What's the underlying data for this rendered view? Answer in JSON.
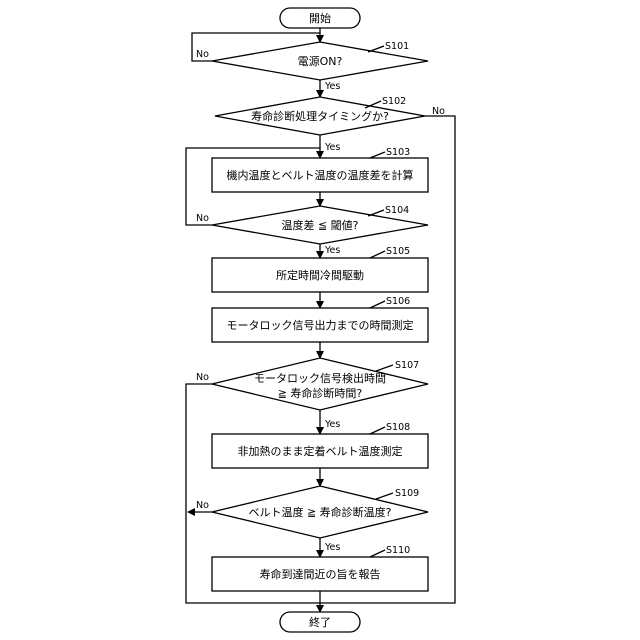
{
  "start": "開始",
  "end": "終了",
  "yes": "Yes",
  "no": "No",
  "steps": {
    "s101": {
      "id": "S101",
      "text": "電源ON?"
    },
    "s102": {
      "id": "S102",
      "text": "寿命診断処理タイミングか?"
    },
    "s103": {
      "id": "S103",
      "text": "機内温度とベルト温度の温度差を計算"
    },
    "s104": {
      "id": "S104",
      "text": "温度差 ≦ 閾値?"
    },
    "s105": {
      "id": "S105",
      "text": "所定時間冷間駆動"
    },
    "s106": {
      "id": "S106",
      "text": "モータロック信号出力までの時間測定"
    },
    "s107": {
      "id": "S107",
      "line1": "モータロック信号検出時間",
      "line2": "≧ 寿命診断時間?"
    },
    "s108": {
      "id": "S108",
      "text": "非加熱のまま定着ベルト温度測定"
    },
    "s109": {
      "id": "S109",
      "text": "ベルト温度 ≧ 寿命診断温度?"
    },
    "s110": {
      "id": "S110",
      "text": "寿命到達間近の旨を報告"
    }
  }
}
